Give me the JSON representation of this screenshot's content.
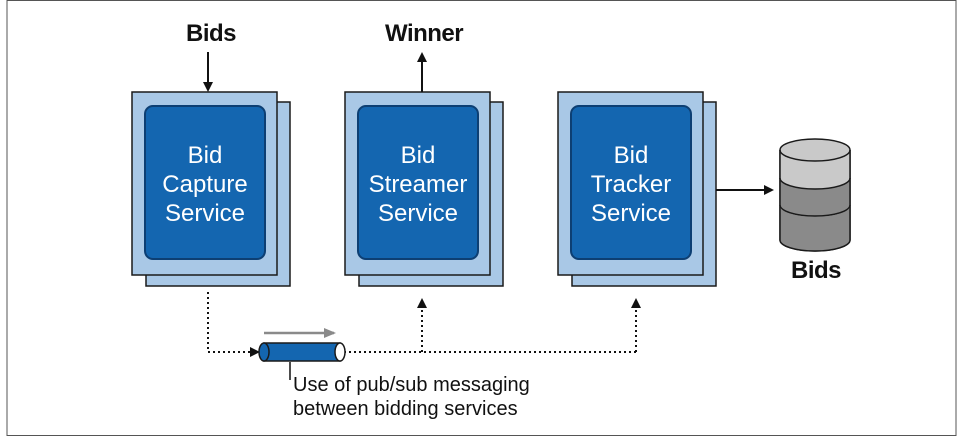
{
  "inputs": {
    "bids_in_label": "Bids",
    "winner_out_label": "Winner"
  },
  "services": [
    {
      "id": "capture",
      "lines": [
        "Bid",
        "Capture",
        "Service"
      ]
    },
    {
      "id": "streamer",
      "lines": [
        "Bid",
        "Streamer",
        "Service"
      ]
    },
    {
      "id": "tracker",
      "lines": [
        "Bid",
        "Tracker",
        "Service"
      ]
    }
  ],
  "database": {
    "label": "Bids"
  },
  "pubsub": {
    "note_line1": "Use of pub/sub messaging",
    "note_line2": "between bidding services"
  },
  "colors": {
    "outer_fill": "#a9c8e6",
    "outer_stroke": "#1a1a1a",
    "inner_fill": "#1466b0",
    "inner_stroke": "#0d3f73",
    "db_light": "#c9c9c9",
    "db_dark": "#8a8a8a",
    "pipe_fill": "#1466b0",
    "flow_arrow": "#8a8a8a"
  }
}
